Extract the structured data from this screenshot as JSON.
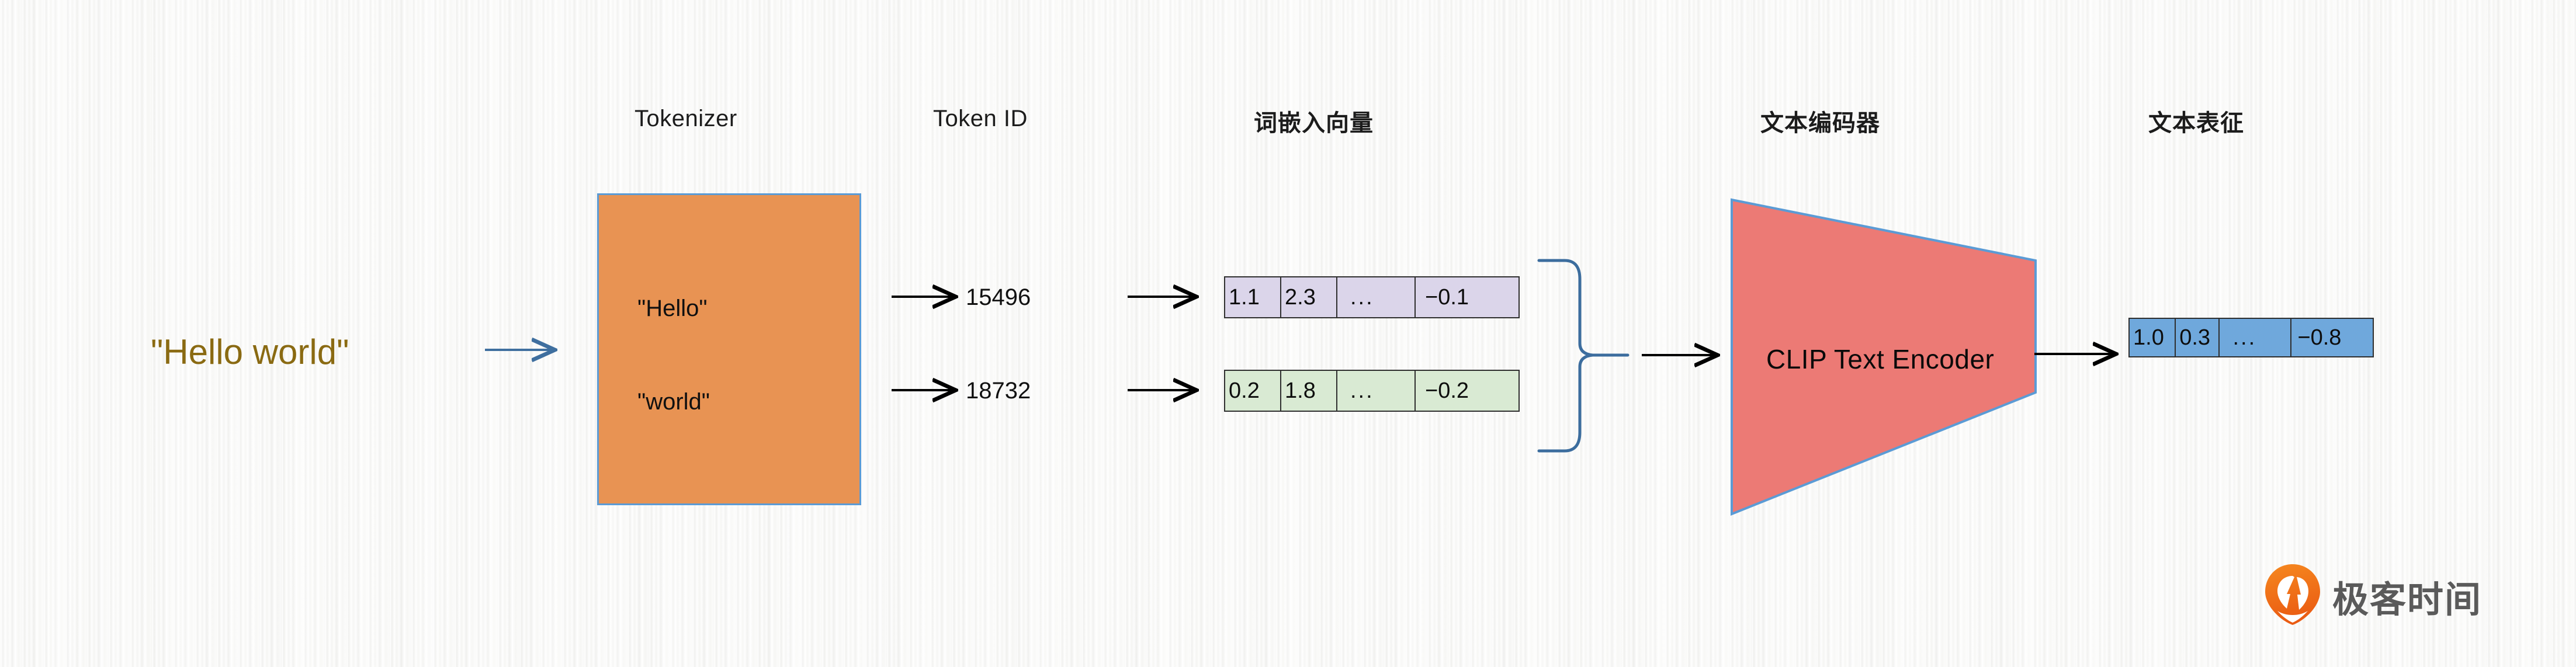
{
  "background": {
    "color": "#f7f7f6",
    "texture": "vertical-paper-stripes"
  },
  "palette": {
    "tokenizer_fill": "#e89353",
    "tokenizer_border": "#5b9bd5",
    "encoder_fill": "#ec7a75",
    "encoder_border": "#5b9bd5",
    "embedding_purple": "#dbd5ea",
    "embedding_green": "#d9ead3",
    "output_blue": "#6fa8dc",
    "input_text": "#8a6a12",
    "arrow_blue": "#3f6f9f",
    "arrow_black": "#000000",
    "brace_blue": "#3c6d9e",
    "logo_orange": "#f06a1e",
    "logo_gray": "#5a5a5a"
  },
  "headers": [
    {
      "id": "tokenizer",
      "label": "Tokenizer",
      "cjk": false
    },
    {
      "id": "token-id",
      "label": "Token ID",
      "cjk": false
    },
    {
      "id": "word-embedding",
      "label": "词嵌入向量",
      "cjk": true
    },
    {
      "id": "text-encoder",
      "label": "文本编码器",
      "cjk": true
    },
    {
      "id": "text-representation",
      "label": "文本表征",
      "cjk": true
    }
  ],
  "input": {
    "phrase": "\"Hello world\""
  },
  "tokenizer": {
    "tokens": [
      "\"Hello\"",
      "\"world\""
    ]
  },
  "token_ids": [
    "15496",
    "18732"
  ],
  "embeddings": [
    {
      "color_name": "purple",
      "values": [
        "1.1",
        "2.3",
        "...",
        "−0.1"
      ]
    },
    {
      "color_name": "green",
      "values": [
        "0.2",
        "1.8",
        "...",
        "−0.2"
      ]
    }
  ],
  "encoder": {
    "label": "CLIP  Text Encoder"
  },
  "output": {
    "color_name": "blue",
    "values": [
      "1.0",
      "0.3",
      "...",
      "−0.8"
    ]
  },
  "watermark": {
    "text": "极客时间",
    "icon": "geektime-pin-logo"
  }
}
